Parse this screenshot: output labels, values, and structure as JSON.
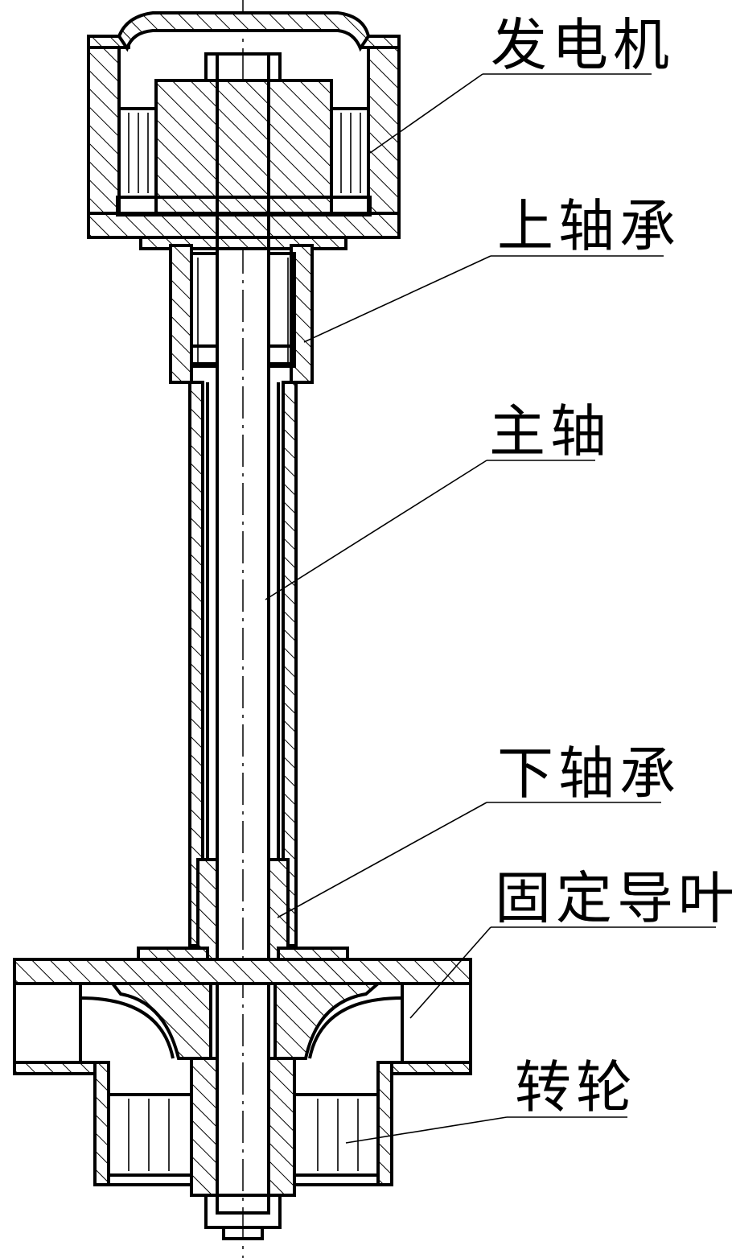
{
  "labels": {
    "generator": "发电机",
    "upper_bearing": "上轴承",
    "main_shaft": "主轴",
    "lower_bearing": "下轴承",
    "stay_vane": "固定导叶",
    "runner": "转轮"
  },
  "colors": {
    "line": "#000000",
    "background": "#ffffff"
  }
}
